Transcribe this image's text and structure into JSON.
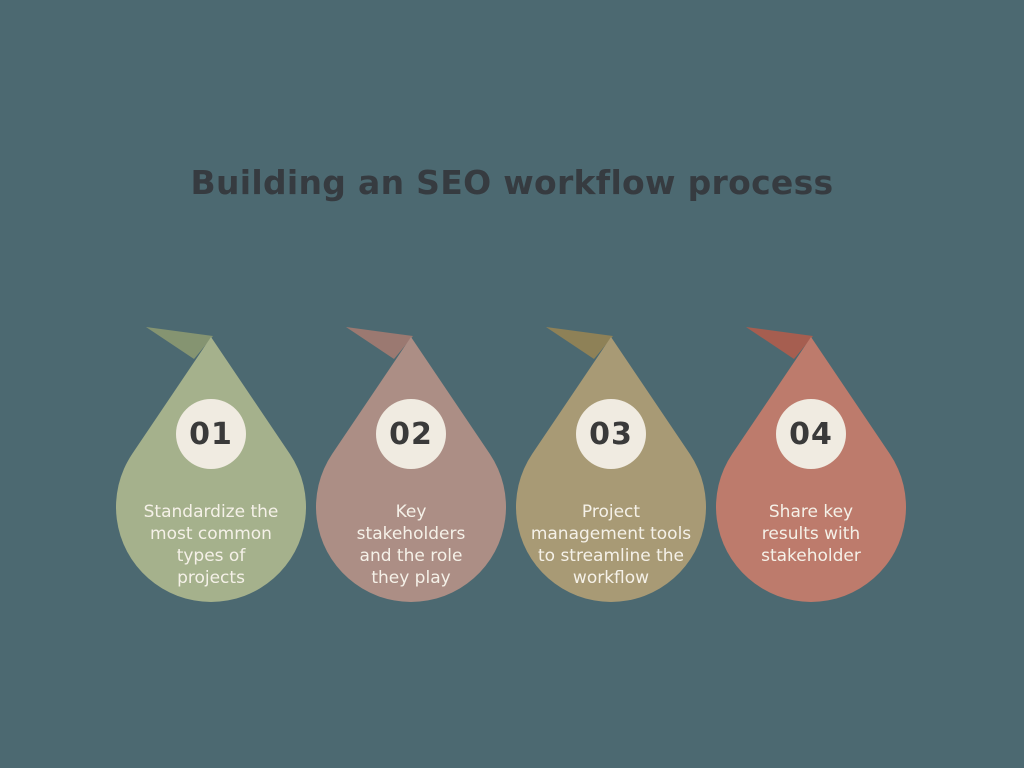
{
  "title": "Building an SEO workflow process",
  "colors": {
    "background": "#4c6971",
    "title": "#363b40",
    "badge_fill": "#f0ebe1",
    "badge_number": "#3a3a3a",
    "step_text": "#f5f1e8"
  },
  "steps": [
    {
      "number": "01",
      "text": "Standardize the\nmost common\ntypes of\nprojects",
      "color": "#a5b18c",
      "fold_color": "#859471"
    },
    {
      "number": "02",
      "text": "Key\nstakeholders\nand the role\nthey play",
      "color": "#ac8e85",
      "fold_color": "#9b7971"
    },
    {
      "number": "03",
      "text": "Project\nmanagement tools\nto streamline the\nworkflow",
      "color": "#a89a75",
      "fold_color": "#8e8157"
    },
    {
      "number": "04",
      "text": "Share key\nresults with\nstakeholder",
      "color": "#bd7b6c",
      "fold_color": "#a65e50"
    }
  ]
}
